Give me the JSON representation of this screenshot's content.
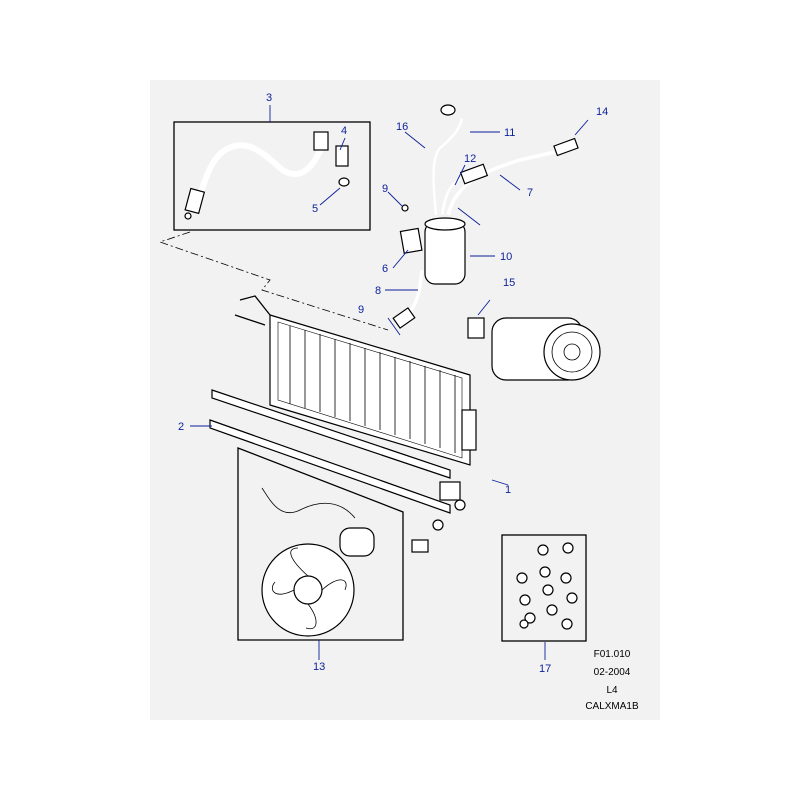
{
  "callouts": [
    "1",
    "2",
    "3",
    "4",
    "5",
    "6",
    "7",
    "8",
    "9",
    "9",
    "10",
    "11",
    "12",
    "13",
    "14",
    "15",
    "16",
    "17"
  ],
  "reference": {
    "figure": "F01.010",
    "date": "02-2004",
    "level": "L4",
    "code": "CALXMA1B"
  },
  "colors": {
    "panel": "#f2f2f2",
    "callout": "#0b1f9a",
    "line": "#000000"
  }
}
